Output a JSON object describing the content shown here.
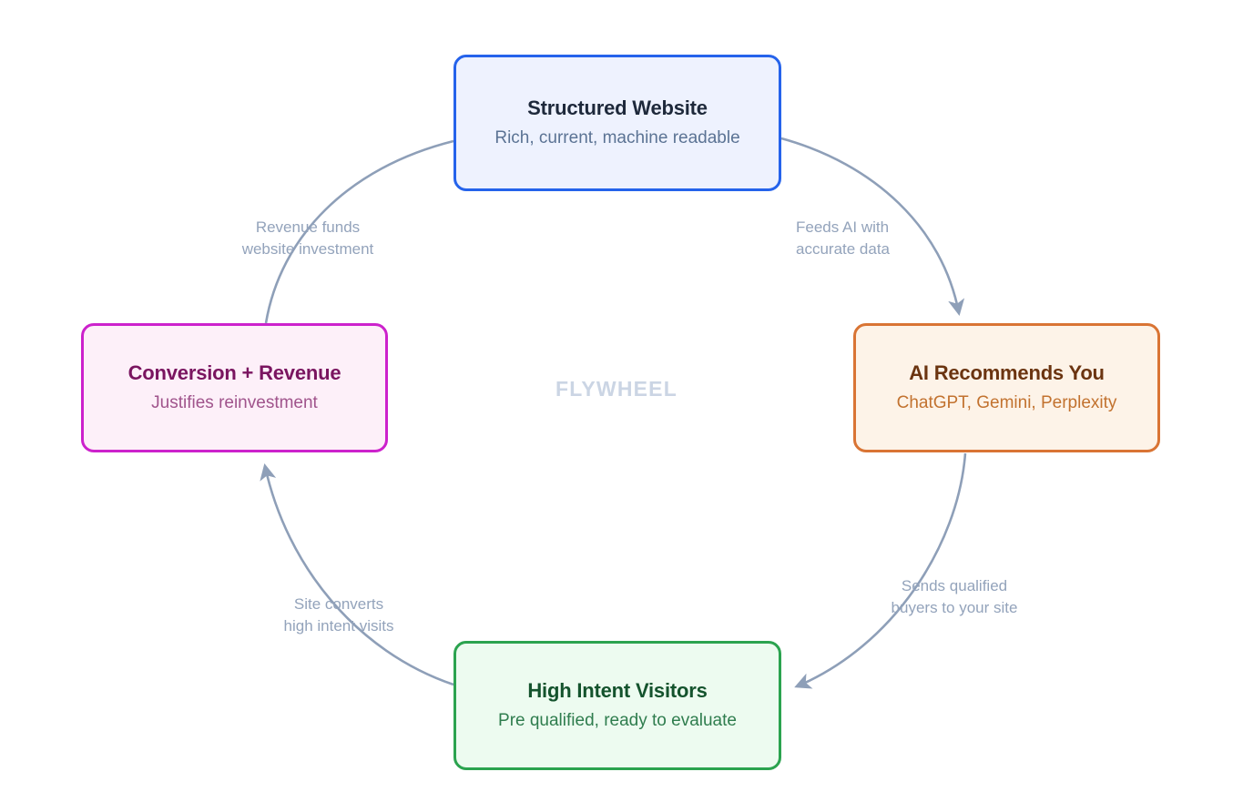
{
  "diagram": {
    "center_caption": "FLYWHEEL",
    "nodes": [
      {
        "id": "structured-website",
        "title": "Structured Website",
        "subtitle": "Rich, current, machine readable",
        "border_color": "#2563EB",
        "fill_color": "#EEF2FE"
      },
      {
        "id": "ai-recommends-you",
        "title": "AI Recommends You",
        "subtitle": "ChatGPT, Gemini, Perplexity",
        "border_color": "#D97434",
        "fill_color": "#FDF3E8"
      },
      {
        "id": "high-intent-visitors",
        "title": "High Intent Visitors",
        "subtitle": "Pre qualified, ready to evaluate",
        "border_color": "#2BA34F",
        "fill_color": "#EDFBF0"
      },
      {
        "id": "conversion-revenue",
        "title": "Conversion + Revenue",
        "subtitle": "Justifies reinvestment",
        "border_color": "#CC22CC",
        "fill_color": "#FDF0F9"
      }
    ],
    "edges": [
      {
        "id": "website-to-ai",
        "from": "structured-website",
        "to": "ai-recommends-you",
        "label": "Feeds AI with\naccurate data"
      },
      {
        "id": "ai-to-visitors",
        "from": "ai-recommends-you",
        "to": "high-intent-visitors",
        "label": "Sends qualified\nbuyers to your site"
      },
      {
        "id": "visitors-to-conversion",
        "from": "high-intent-visitors",
        "to": "conversion-revenue",
        "label": "Site converts\nhigh intent visits"
      },
      {
        "id": "conversion-to-website",
        "from": "conversion-revenue",
        "to": "structured-website",
        "label": "Revenue funds\nwebsite investment"
      }
    ],
    "edge_color": "#8E9FB8",
    "label_color": "#93A3BB",
    "center_caption_color": "#CBD5E4"
  }
}
